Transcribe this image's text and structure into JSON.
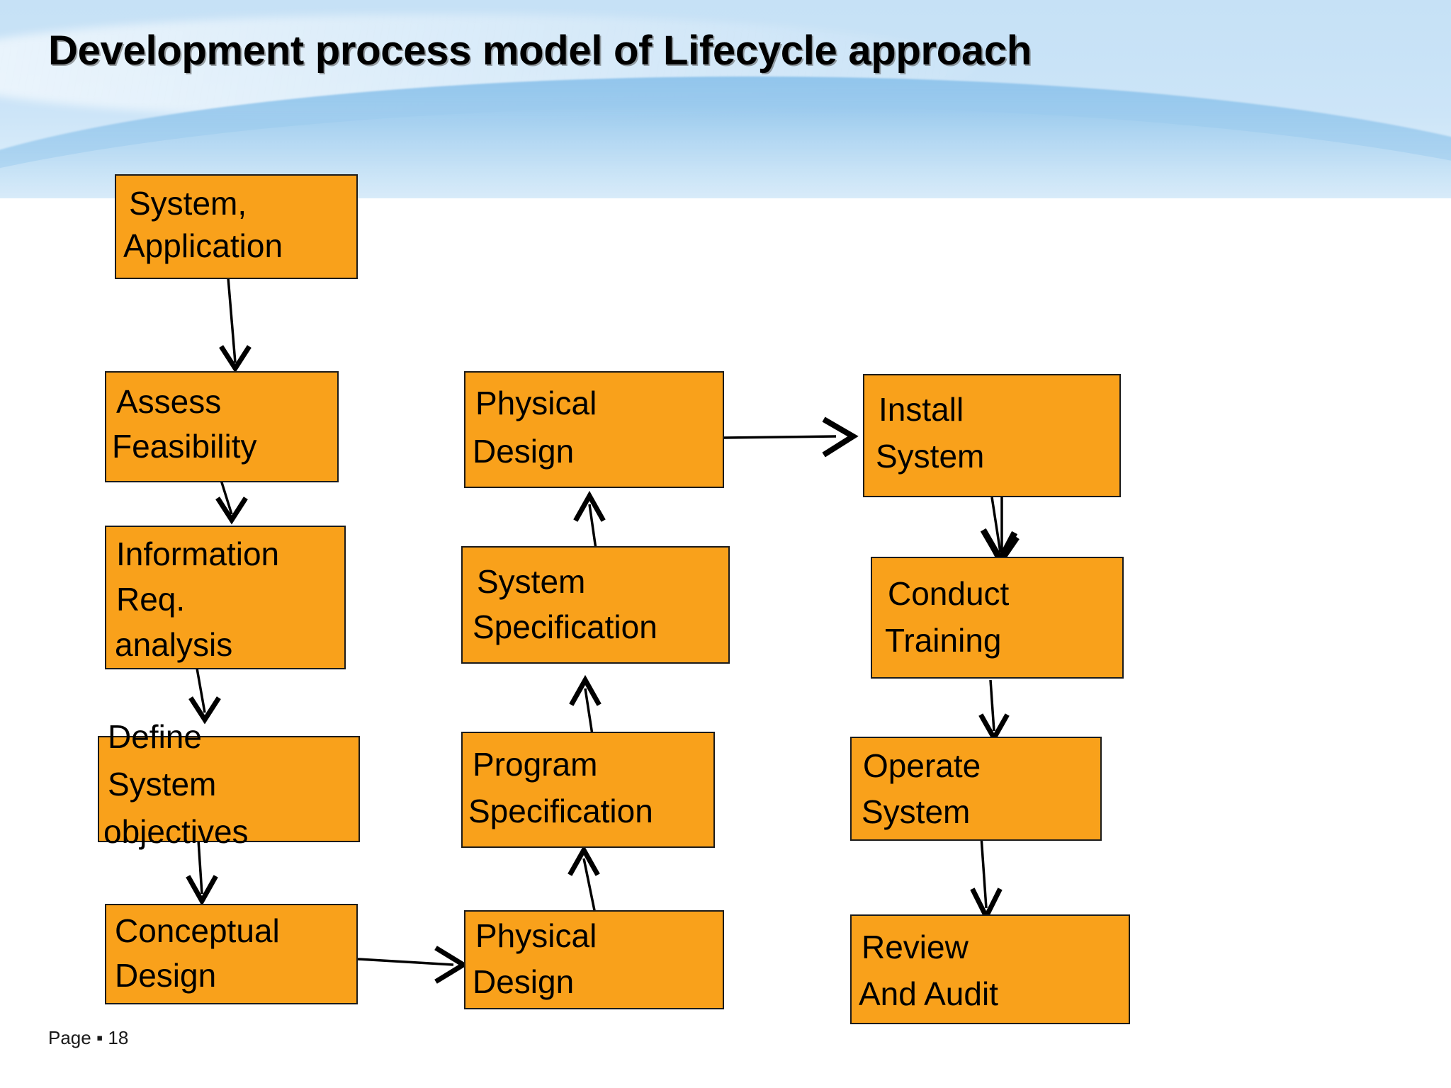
{
  "slide": {
    "title": "Development process model of Lifecycle approach",
    "footer": "Page ▪ 18",
    "accent_color": "#f9a11b",
    "border_color": "#1b1b1b",
    "background_top_color": "#c6e1f6",
    "background_bottom_color": "#ffffff"
  },
  "chart_data": {
    "type": "diagram",
    "title": "Development process model of Lifecycle approach",
    "nodes": [
      {
        "id": "system-application",
        "lines": [
          "System,",
          "Application"
        ],
        "column": "left",
        "row": 1
      },
      {
        "id": "assess-feasibility",
        "lines": [
          "Assess",
          "Feasibility"
        ],
        "column": "left",
        "row": 2
      },
      {
        "id": "information-req",
        "lines": [
          "Information",
          "Req.",
          "analysis"
        ],
        "column": "left",
        "row": 3
      },
      {
        "id": "define-system-obj",
        "lines": [
          "Define",
          "System",
          "objectives"
        ],
        "column": "left",
        "row": 4
      },
      {
        "id": "conceptual-design",
        "lines": [
          "Conceptual",
          "Design"
        ],
        "column": "left",
        "row": 5
      },
      {
        "id": "physical-design-top",
        "lines": [
          "Physical",
          "Design"
        ],
        "column": "middle",
        "row": 2
      },
      {
        "id": "system-specification",
        "lines": [
          "System",
          "Specification"
        ],
        "column": "middle",
        "row": 3
      },
      {
        "id": "program-specification",
        "lines": [
          "Program",
          "Specification"
        ],
        "column": "middle",
        "row": 4
      },
      {
        "id": "physical-design-bot",
        "lines": [
          "Physical",
          "Design"
        ],
        "column": "middle",
        "row": 5
      },
      {
        "id": "install-system",
        "lines": [
          "Install",
          "System"
        ],
        "column": "right",
        "row": 2
      },
      {
        "id": "conduct-training",
        "lines": [
          "Conduct",
          "Training"
        ],
        "column": "right",
        "row": 3
      },
      {
        "id": "operate-system",
        "lines": [
          "Operate",
          "System"
        ],
        "column": "right",
        "row": 4
      },
      {
        "id": "review-and-audit",
        "lines": [
          "Review",
          "And Audit"
        ],
        "column": "right",
        "row": 5
      }
    ],
    "edges": [
      {
        "from": "system-application",
        "to": "assess-feasibility",
        "direction": "down"
      },
      {
        "from": "assess-feasibility",
        "to": "information-req",
        "direction": "down"
      },
      {
        "from": "information-req",
        "to": "define-system-obj",
        "direction": "down"
      },
      {
        "from": "define-system-obj",
        "to": "conceptual-design",
        "direction": "down"
      },
      {
        "from": "conceptual-design",
        "to": "physical-design-bot",
        "direction": "right"
      },
      {
        "from": "physical-design-bot",
        "to": "program-specification",
        "direction": "up"
      },
      {
        "from": "program-specification",
        "to": "system-specification",
        "direction": "up"
      },
      {
        "from": "system-specification",
        "to": "physical-design-top",
        "direction": "up"
      },
      {
        "from": "physical-design-top",
        "to": "install-system",
        "direction": "right"
      },
      {
        "from": "install-system",
        "to": "conduct-training",
        "direction": "down"
      },
      {
        "from": "conduct-training",
        "to": "operate-system",
        "direction": "down"
      },
      {
        "from": "operate-system",
        "to": "review-and-audit",
        "direction": "down"
      }
    ]
  }
}
